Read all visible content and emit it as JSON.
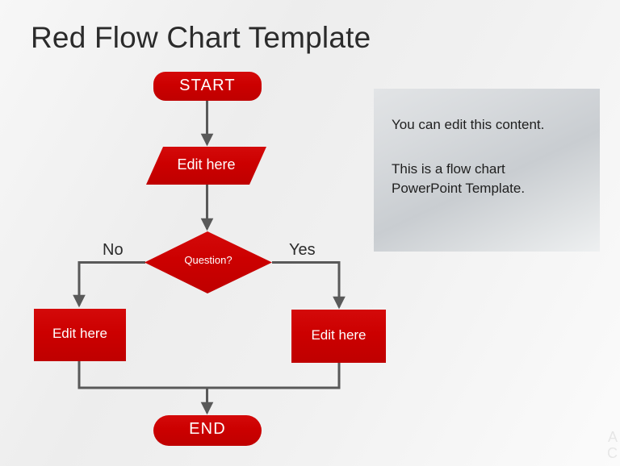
{
  "slide": {
    "title": "Red Flow Chart Template",
    "background_color": "#f1f1f1",
    "accent_color": "#cc0000",
    "connector_color": "#595959",
    "title_color": "#2b2b2b"
  },
  "flowchart": {
    "nodes": [
      {
        "id": "start",
        "shape": "rounded-rectangle",
        "label": "START"
      },
      {
        "id": "process-1",
        "shape": "parallelogram",
        "label": "Edit here"
      },
      {
        "id": "decision",
        "shape": "diamond",
        "label": "Question?"
      },
      {
        "id": "edit-left",
        "shape": "rectangle",
        "label": "Edit here"
      },
      {
        "id": "edit-right",
        "shape": "rectangle",
        "label": "Edit here"
      },
      {
        "id": "end",
        "shape": "pill",
        "label": "END"
      }
    ],
    "branch_labels": {
      "no": "No",
      "yes": "Yes"
    }
  },
  "content_panel": {
    "line_1": "You can edit this content.",
    "line_2": "This is a flow chart",
    "line_3": "PowerPoint Template."
  },
  "watermark": {
    "line_1": "A",
    "line_2": "C"
  }
}
